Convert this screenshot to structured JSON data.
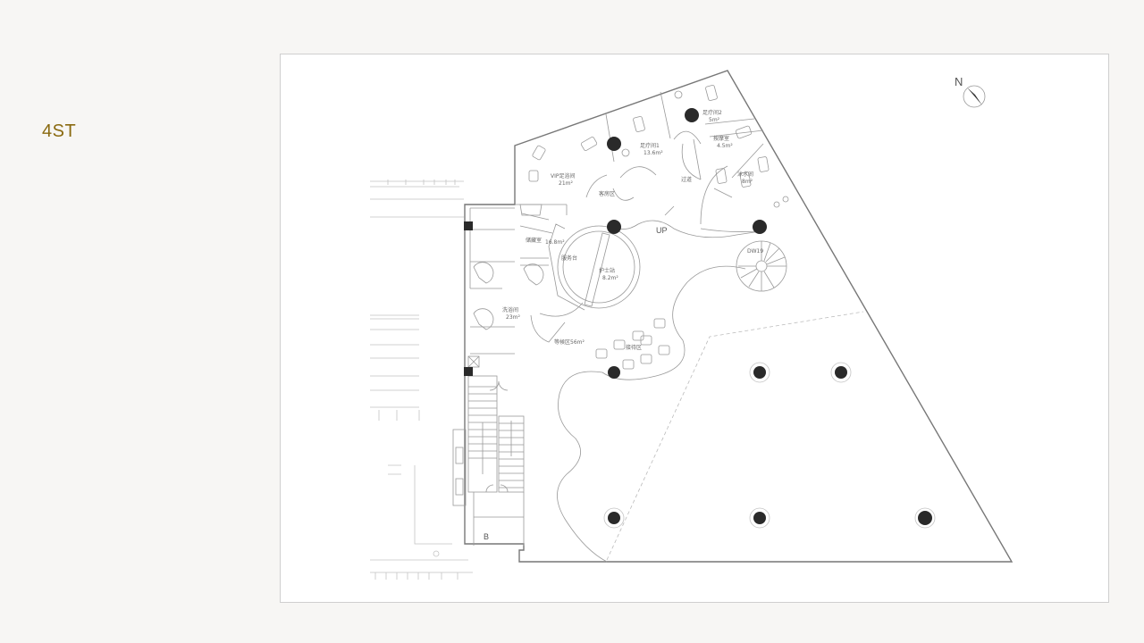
{
  "floor": {
    "label": "4ST"
  },
  "compass": {
    "north_label": "N"
  },
  "plan": {
    "annotations": {
      "up": "UP",
      "dw": "DW19",
      "stair_b": "B"
    },
    "rooms": [
      {
        "name": "VIP足浴间",
        "area": "21m²"
      },
      {
        "name": "足疗间1",
        "area": "13.6m²"
      },
      {
        "name": "足疗间2",
        "area": "5m²"
      },
      {
        "name": "按摩室",
        "area": "4.5m²"
      },
      {
        "name": "过道",
        "area": ""
      },
      {
        "name": "泳水间",
        "area": "8m²"
      },
      {
        "name": "客房区",
        "area": ""
      },
      {
        "name": "储藏室",
        "area": "16.8m²"
      },
      {
        "name": "服务台",
        "area": ""
      },
      {
        "name": "护士站",
        "area": "8.2m²"
      },
      {
        "name": "洗浴间",
        "area": "23m²"
      },
      {
        "name": "接待区",
        "area": ""
      },
      {
        "name": "等候区",
        "area": "56m²"
      }
    ]
  }
}
